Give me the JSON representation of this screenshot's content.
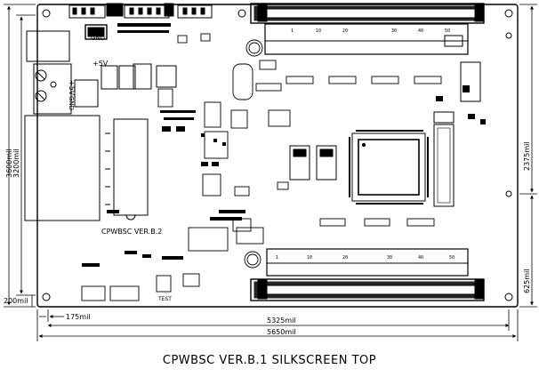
{
  "caption": "CPWBSC VER.B.1 SILKSCREEN TOP",
  "board": {
    "version_label": "CPWBSC VER.B.2",
    "power_label": "+5V",
    "gnd_label": "GND",
    "gnd_label_2": "GND",
    "test_label": "TEST"
  },
  "dimensions": {
    "left_outer": "3600mil",
    "left_inner": "3200mil",
    "left_bottom": "200mil",
    "bottom_offset": "175mil",
    "bottom_inner": "5325mil",
    "bottom_outer": "5650mil",
    "right_upper": "2375mil",
    "right_lower": "625mil"
  },
  "connector_numbers": {
    "top": [
      "1",
      "10",
      "20",
      "30",
      "40",
      "50"
    ],
    "bottom": [
      "1",
      "10",
      "20",
      "30",
      "40",
      "50"
    ]
  },
  "colors": {
    "line": "#000000",
    "background": "#ffffff"
  }
}
